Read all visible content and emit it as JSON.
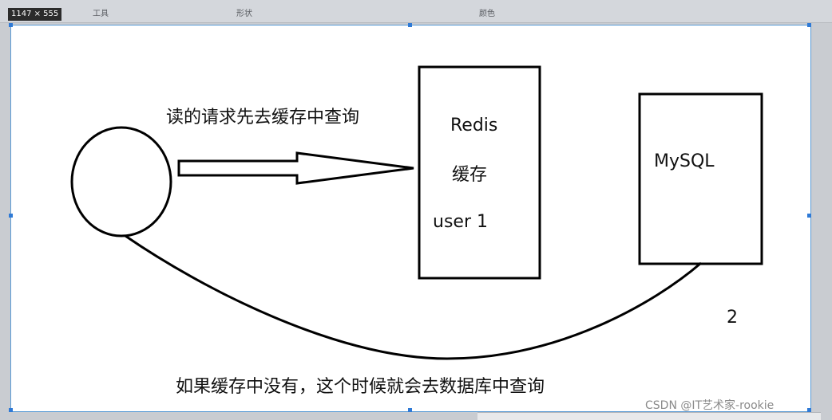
{
  "editor": {
    "size_badge": "1147 × 555",
    "toolbar_labels": [
      "工具",
      "形状",
      "颜色"
    ]
  },
  "diagram": {
    "arrow_label": "读的请求先去缓存中查询",
    "redis_box": {
      "title": "Redis",
      "subtitle": "缓存",
      "entry": "user 1"
    },
    "mysql_box": {
      "title": "MySQL"
    },
    "step_number": "2",
    "bottom_label": "如果缓存中没有，这个时候就会去数据库中查询"
  },
  "watermark": "CSDN @IT艺术家-rookie",
  "colors": {
    "ink": "#000000",
    "selection": "#2f7ad6"
  }
}
